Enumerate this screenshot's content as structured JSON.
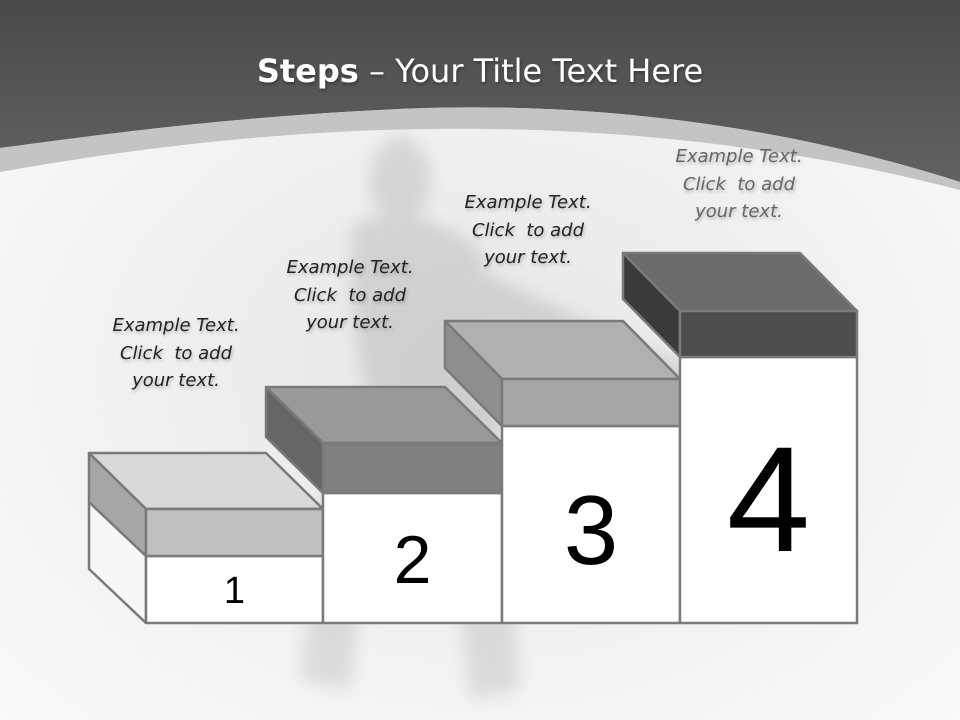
{
  "title": {
    "bold": "Steps",
    "rest": " – Your Title Text Here"
  },
  "steps": [
    {
      "number": "1",
      "text": [
        "Example Text.",
        "Click  to add",
        "your text."
      ],
      "top_color": "#d9d9d9",
      "front_color": "#bfbfbf",
      "side_color": "#a6a6a6"
    },
    {
      "number": "2",
      "text": [
        "Example Text.",
        "Click  to add",
        "your text."
      ],
      "top_color": "#999999",
      "front_color": "#808080",
      "side_color": "#666666"
    },
    {
      "number": "3",
      "text": [
        "Example Text.",
        "Click  to add",
        "your text."
      ],
      "top_color": "#b0b0b0",
      "front_color": "#a6a6a6",
      "side_color": "#8f8f8f"
    },
    {
      "number": "4",
      "text": [
        "Example Text.",
        "Click  to add",
        "your text."
      ],
      "top_color": "#6b6b6b",
      "front_color": "#4d4d4d",
      "side_color": "#3a3a3a"
    }
  ],
  "colors": {
    "header": "#575757",
    "background": "#f3f3f3"
  }
}
